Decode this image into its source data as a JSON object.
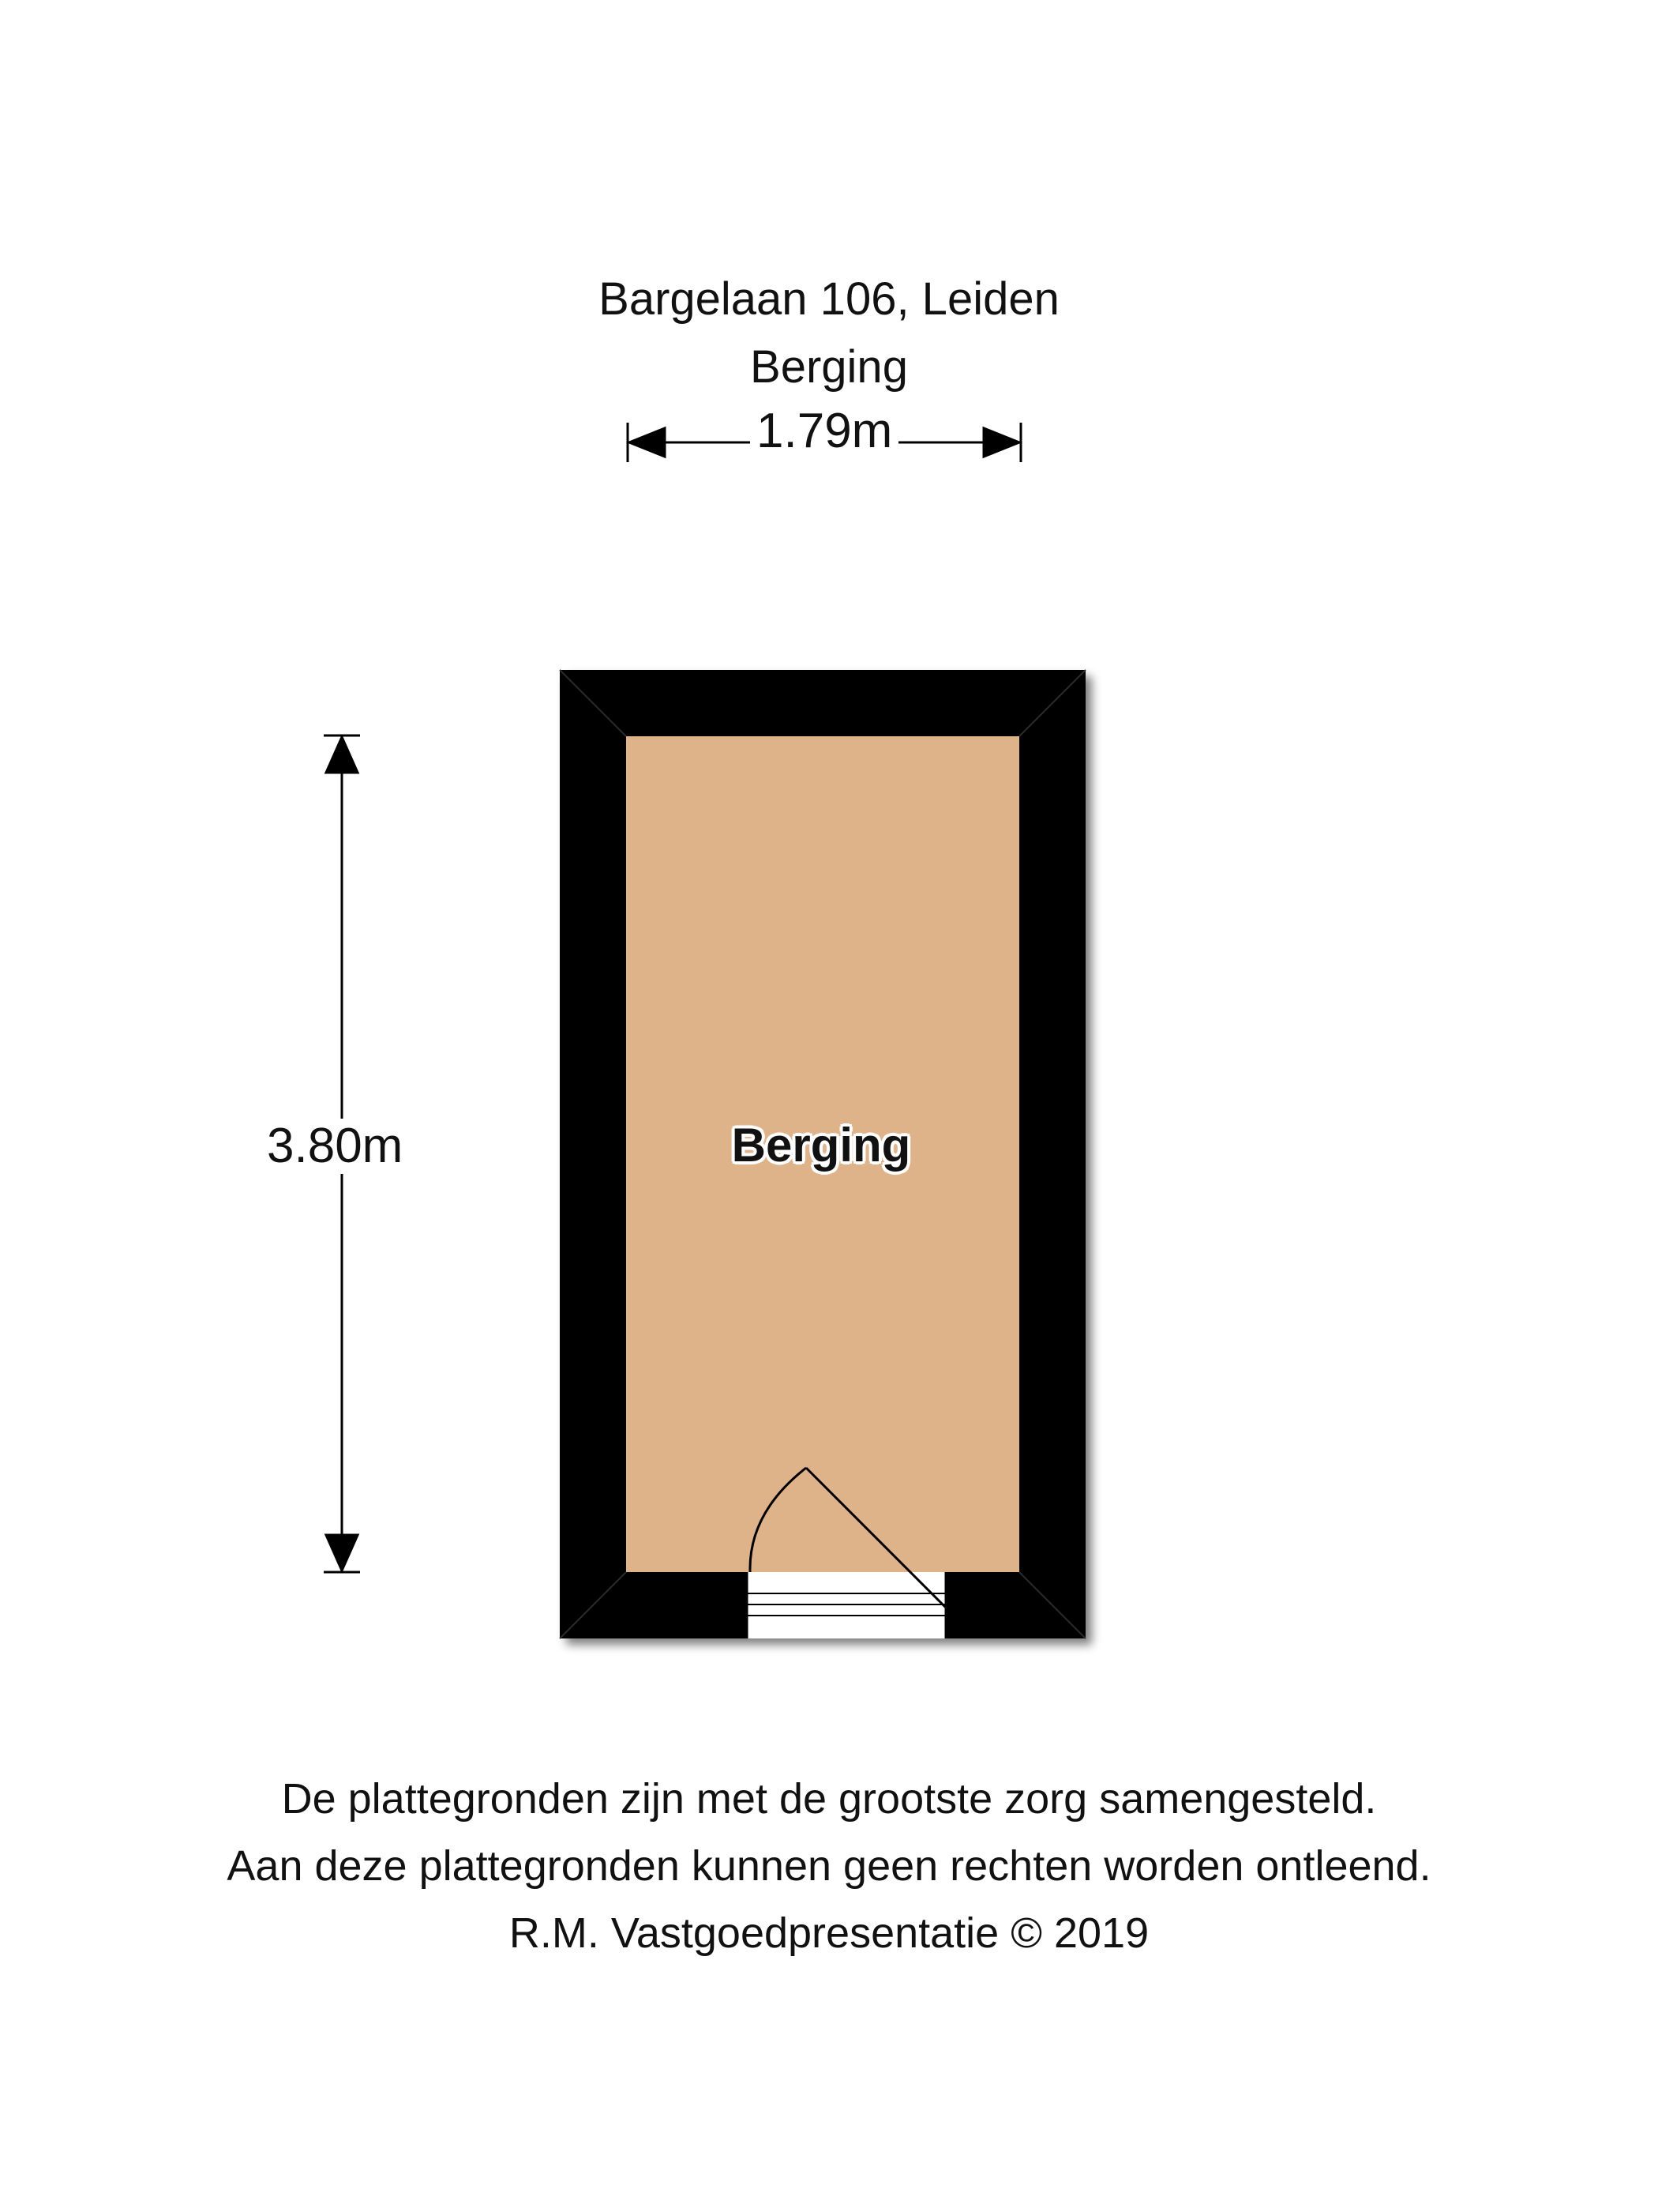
{
  "header": {
    "address": "Bargelaan 106, Leiden",
    "floor": "Berging"
  },
  "dimensions": {
    "width": "1.79m",
    "height": "3.80m"
  },
  "rooms": [
    {
      "label": "Berging"
    }
  ],
  "footer": {
    "line1": "De plattegronden zijn met de grootste zorg samengesteld.",
    "line2": "Aan deze plattegronden kunnen geen rechten worden ontleend.",
    "line3": "R.M. Vastgoedpresentatie © 2019"
  },
  "colors": {
    "wall": "#000000",
    "floor": "#dfb38a",
    "text": "#111111"
  }
}
